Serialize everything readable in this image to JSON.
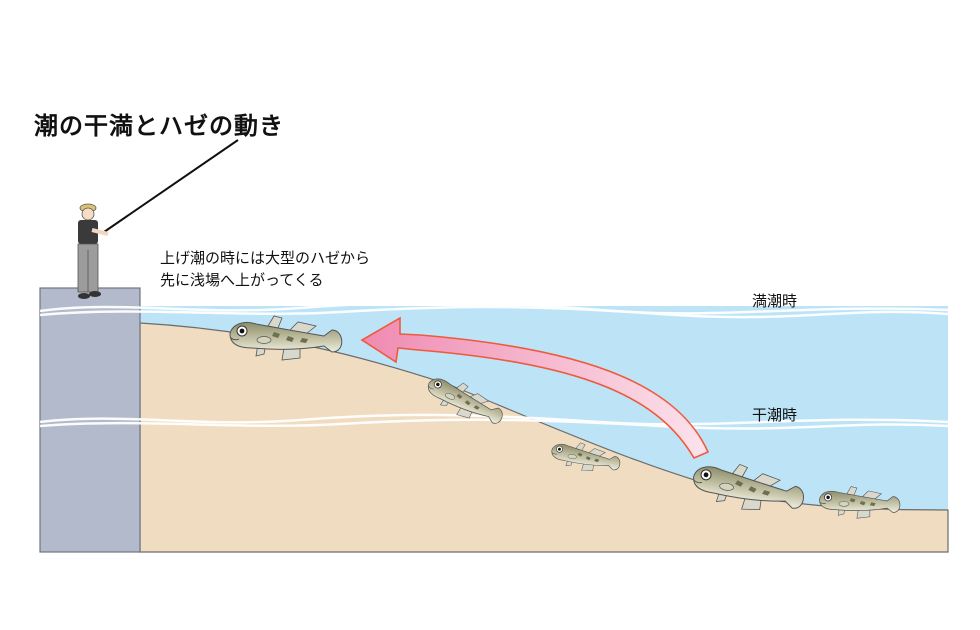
{
  "title": "潮の干満とハゼの動き",
  "caption": {
    "line1": "上げ潮の時には大型のハゼから",
    "line2": "先に浅場へ上がってくる"
  },
  "labels": {
    "high_tide": "満潮時",
    "low_tide": "干潮時"
  },
  "colors": {
    "water": "#bde3f7",
    "sand": "#f0dcc0",
    "pier": "#b3bacb",
    "arrow_fill": "#f08fb3",
    "arrow_stroke": "#ee5a3a",
    "fish_body": "#a9a687"
  },
  "figures": {
    "angler": "angler-with-rod",
    "fish_count": 5
  }
}
